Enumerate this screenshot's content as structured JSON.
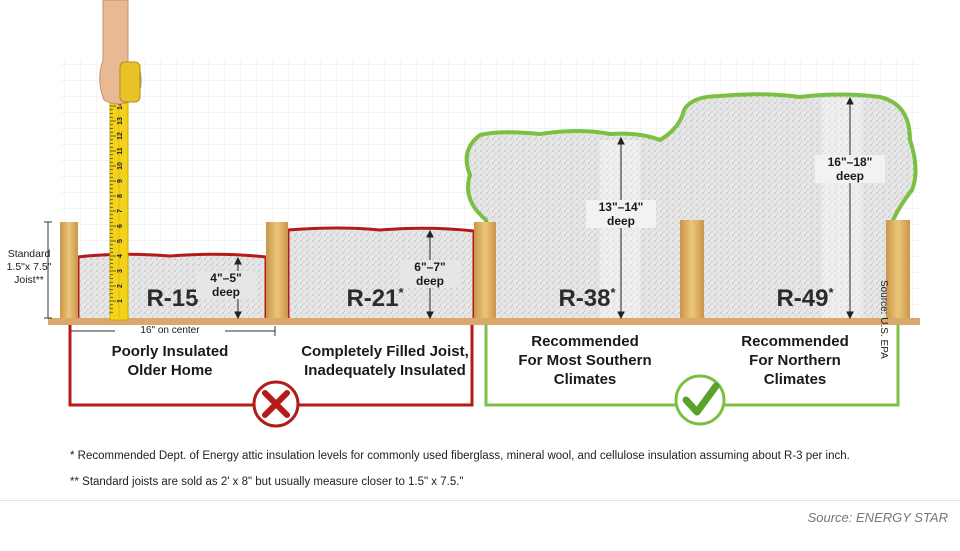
{
  "standard_joist": {
    "line1": "Standard",
    "line2": "1.5\"x 7.5\"",
    "line3": "Joist**"
  },
  "spacing_label": "16\" on center",
  "sections": [
    {
      "r_value": "R-15",
      "star": "*",
      "depth_line1": "4\"–5\"",
      "depth_line2": "deep",
      "caption_line1": "Poorly Insulated",
      "caption_line2": "Older Home",
      "caption_line3": "",
      "verdict": "x"
    },
    {
      "r_value": "R-21",
      "star": "*",
      "depth_line1": "6\"–7\"",
      "depth_line2": "deep",
      "caption_line1": "Completely Filled Joist,",
      "caption_line2": "Inadequately Insulated",
      "caption_line3": "",
      "verdict": "x"
    },
    {
      "r_value": "R-38",
      "star": "*",
      "depth_line1": "13\"–14\"",
      "depth_line2": "deep",
      "caption_line1": "Recommended",
      "caption_line2": "For Most Southern",
      "caption_line3": "Climates",
      "verdict": "check"
    },
    {
      "r_value": "R-49",
      "star": "*",
      "depth_line1": "16\"–18\"",
      "depth_line2": "deep",
      "caption_line1": "Recommended",
      "caption_line2": "For Northern",
      "caption_line3": "Climates",
      "verdict": "check"
    }
  ],
  "tape_numbers": [
    "1",
    "2",
    "3",
    "4",
    "5",
    "6",
    "7",
    "8",
    "9",
    "10",
    "11",
    "12",
    "13",
    "14"
  ],
  "footnote1": "* Recommended Dept. of Energy attic insulation levels for commonly used fiberglass, mineral wool, and cellulose insulation assuming about R-3 per inch.",
  "footnote2": "** Standard joists are sold as 2' x 8\" but usually measure closer to 1.5\" x 7.5.\"",
  "vertical_source": "Source: U.S. EPA",
  "source": "Source: ENERGY STAR",
  "colors": {
    "bad": "#b31b1b",
    "good": "#7cc043",
    "wood": "#e2b865",
    "tape": "#f2d21a"
  },
  "icons": [
    "hand-icon",
    "tape-measure-icon",
    "x-mark-icon",
    "check-mark-icon"
  ]
}
